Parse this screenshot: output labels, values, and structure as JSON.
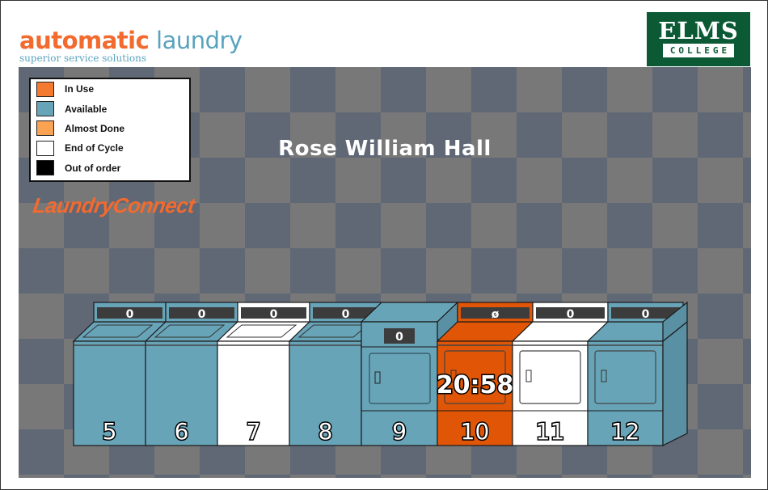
{
  "header": {
    "brand_part1": "automatic",
    "brand_part2": " laundry",
    "tagline": "superior service solutions",
    "college_logo_line1": "ELMS",
    "college_logo_line2": "COLLEGE"
  },
  "legend": [
    {
      "label": "In Use",
      "color": "#f47a30"
    },
    {
      "label": "Available",
      "color": "#68a4b8"
    },
    {
      "label": "Almost Done",
      "color": "#fba352"
    },
    {
      "label": "End of Cycle",
      "color": "#ffffff"
    },
    {
      "label": "Out of order",
      "color": "#000000"
    }
  ],
  "room_title": "Rose William Hall",
  "app_name": "LaundryConnect",
  "status_colors": {
    "available": "#68a4b8",
    "in_use": "#e05506",
    "end_of_cycle": "#ffffff"
  },
  "machines": [
    {
      "number": "5",
      "type": "washer",
      "status": "available",
      "display": "0"
    },
    {
      "number": "6",
      "type": "washer",
      "status": "available",
      "display": "0"
    },
    {
      "number": "7",
      "type": "washer",
      "status": "end_of_cycle",
      "display": "0"
    },
    {
      "number": "8",
      "type": "washer",
      "status": "available",
      "display": "0"
    },
    {
      "number": "9",
      "type": "dryer-tall",
      "status": "available",
      "display": "0"
    },
    {
      "number": "10",
      "type": "dryer",
      "status": "in_use",
      "display": "ø",
      "timer": "20:58"
    },
    {
      "number": "11",
      "type": "dryer",
      "status": "end_of_cycle",
      "display": "0"
    },
    {
      "number": "12",
      "type": "dryer",
      "status": "available",
      "display": "0"
    }
  ]
}
